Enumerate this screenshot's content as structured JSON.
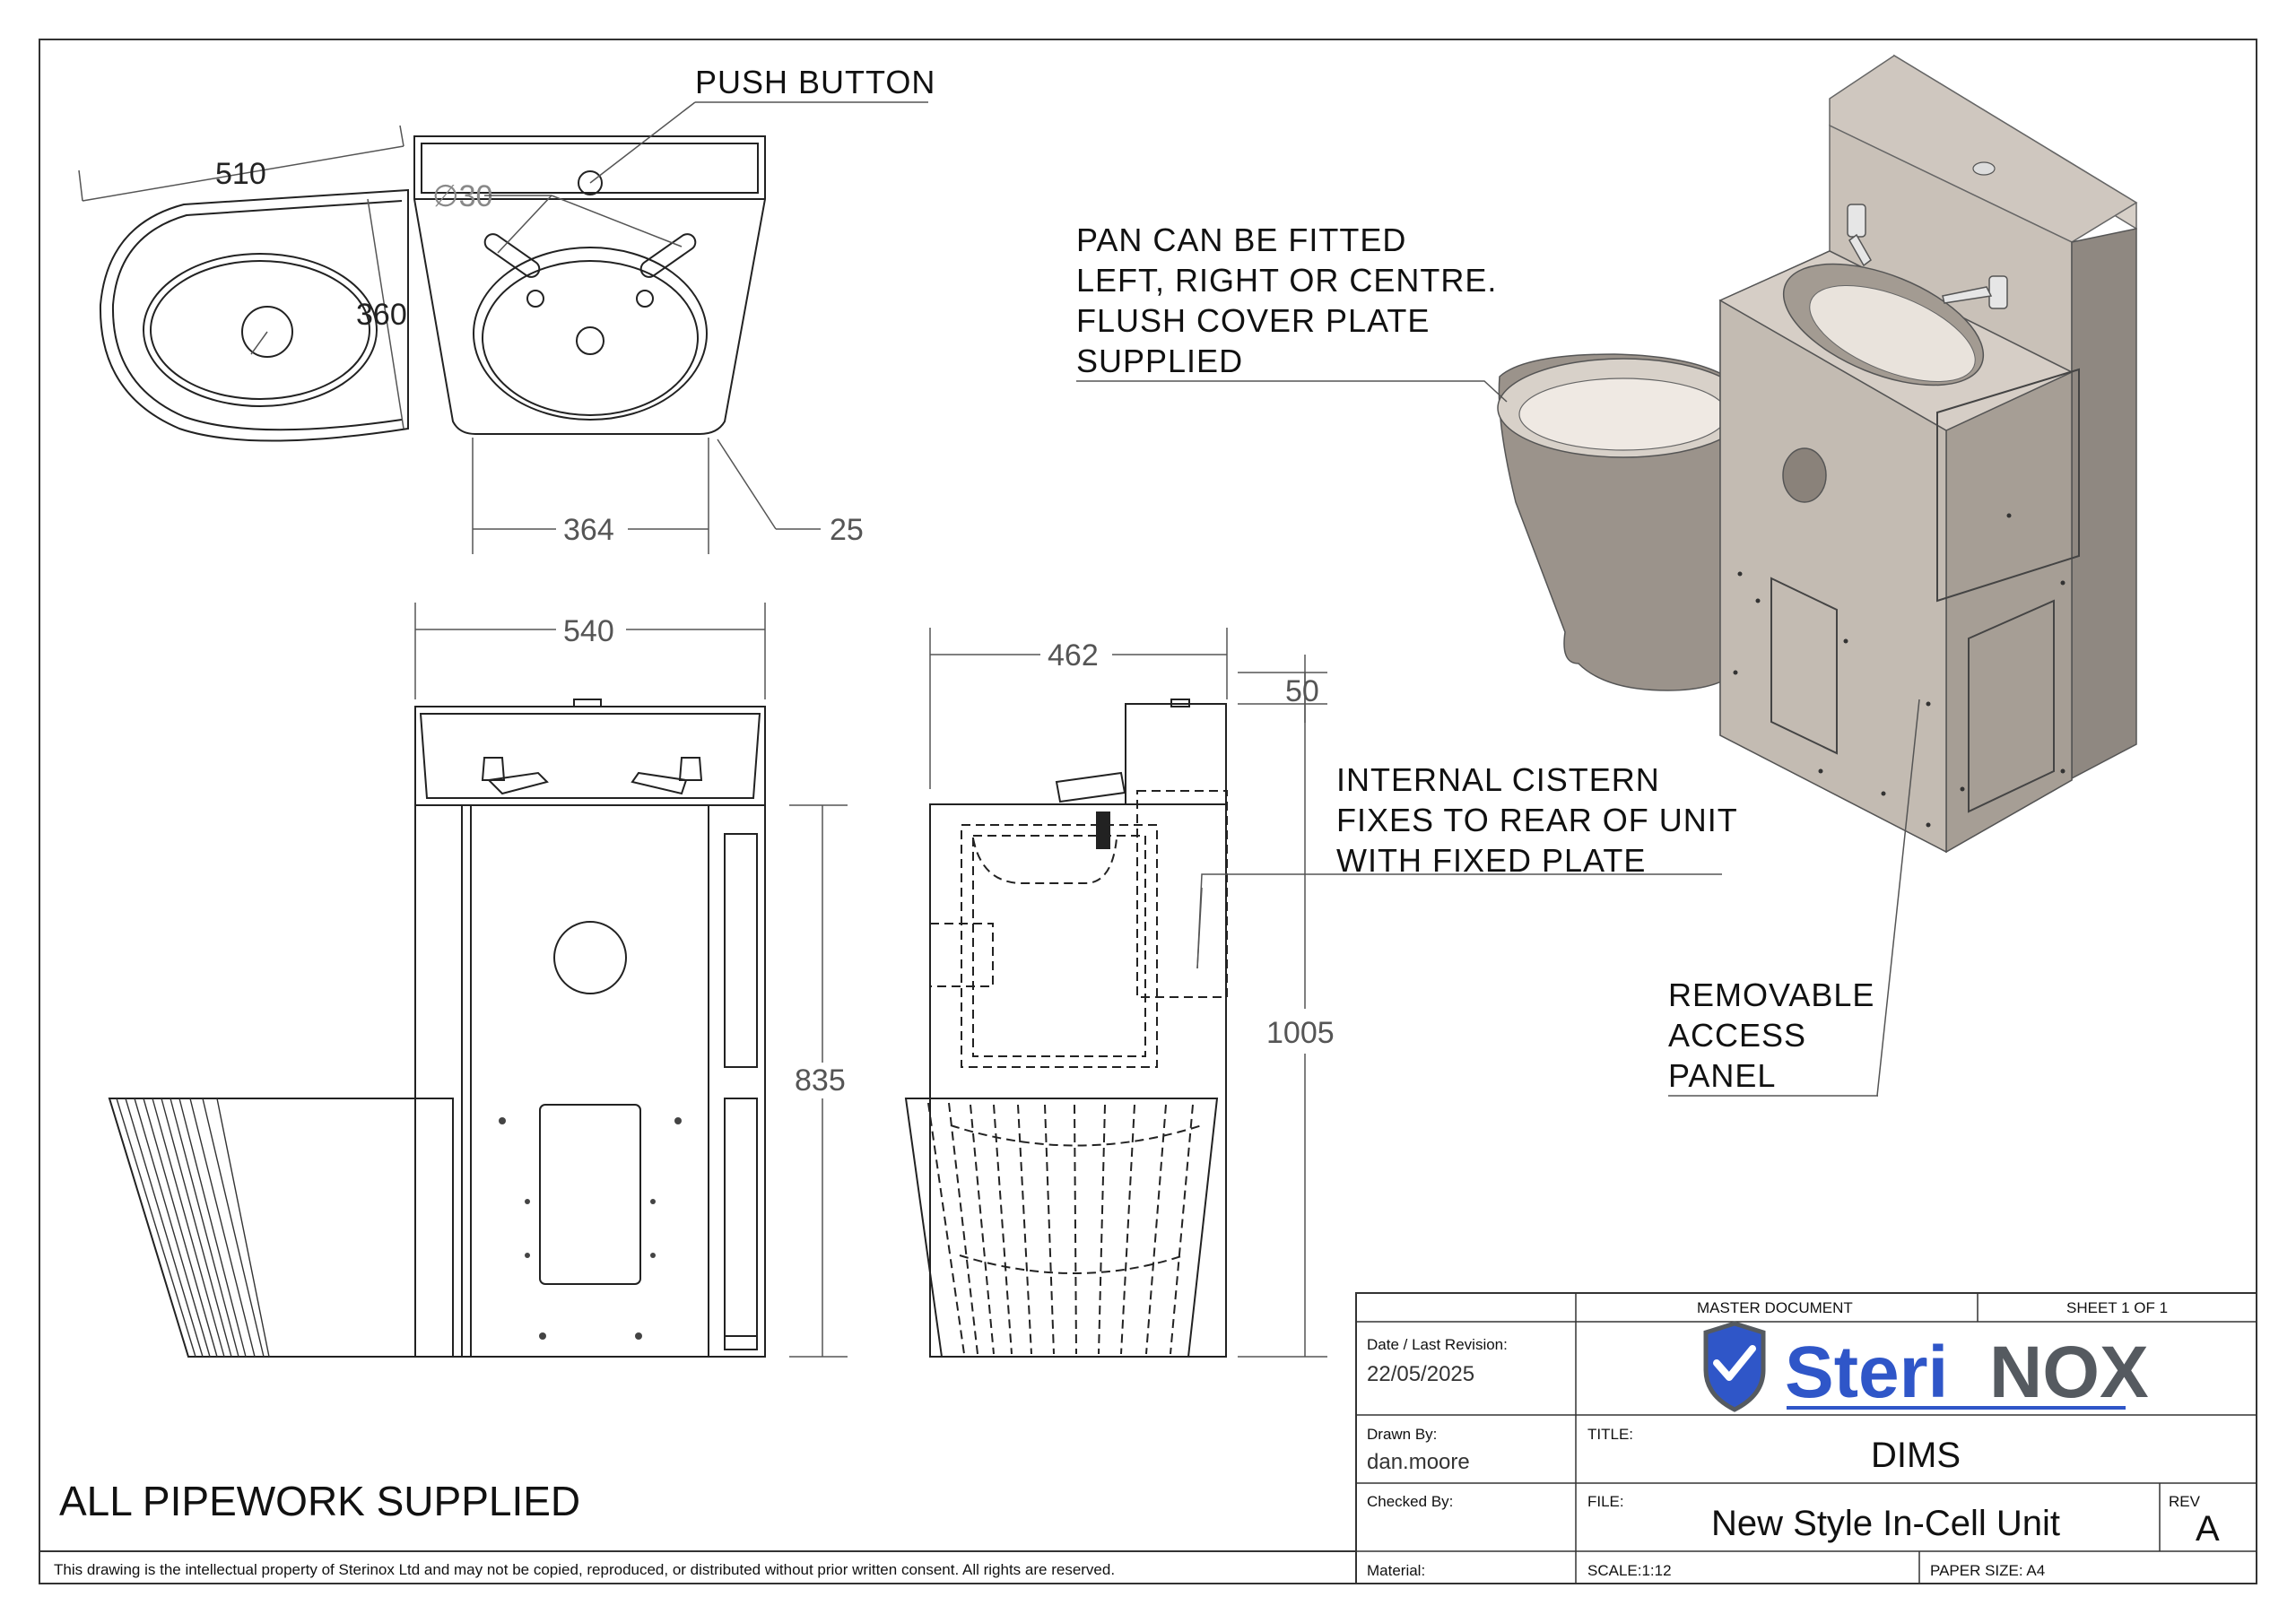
{
  "notes": {
    "push_button": "PUSH BUTTON",
    "pan_line1": "PAN CAN BE FITTED",
    "pan_line2": "LEFT, RIGHT OR CENTRE.",
    "pan_line3": "FLUSH COVER PLATE",
    "pan_line4": "SUPPLIED",
    "cistern_line1": "INTERNAL CISTERN",
    "cistern_line2": "FIXES TO REAR OF UNIT",
    "cistern_line3": "WITH FIXED PLATE",
    "panel_line1": "REMOVABLE",
    "panel_line2": "ACCESS",
    "panel_line3": "PANEL",
    "pipework": "ALL PIPEWORK SUPPLIED"
  },
  "dimensions": {
    "top_width": "510",
    "diameter": "∅30",
    "top_depth": "360",
    "basin_width": "364",
    "edge": "25",
    "front_width": "540",
    "side_depth": "462",
    "top_offset": "50",
    "basin_height": "835",
    "overall_height": "1005"
  },
  "disclaimer": "This drawing is the intellectual property of Sterinox Ltd and may not be copied, reproduced, or distributed without prior written consent. All rights are reserved.",
  "title_block": {
    "master_document": "MASTER DOCUMENT",
    "sheet": "SHEET 1 OF 1",
    "date_label": "Date / Last Revision:",
    "date_value": "22/05/2025",
    "logo_part1": "Steri",
    "logo_part2": "NOX",
    "drawn_by_label": "Drawn By:",
    "drawn_by_value": "dan.moore",
    "title_label": "TITLE:",
    "title_value": "DIMS",
    "checked_by_label": "Checked By:",
    "file_label": "FILE:",
    "file_value": "New Style In-Cell Unit",
    "rev_label": "REV",
    "rev_value": "A",
    "material_label": "Material:",
    "scale": "SCALE:1:12",
    "paper_size": "PAPER SIZE: A4"
  },
  "colors": {
    "logo_blue": "#2f56c8",
    "logo_grey": "#555a60",
    "steel_light": "#d7d0c8",
    "steel_mid": "#b8b0a7",
    "steel_dark": "#8f8881"
  }
}
